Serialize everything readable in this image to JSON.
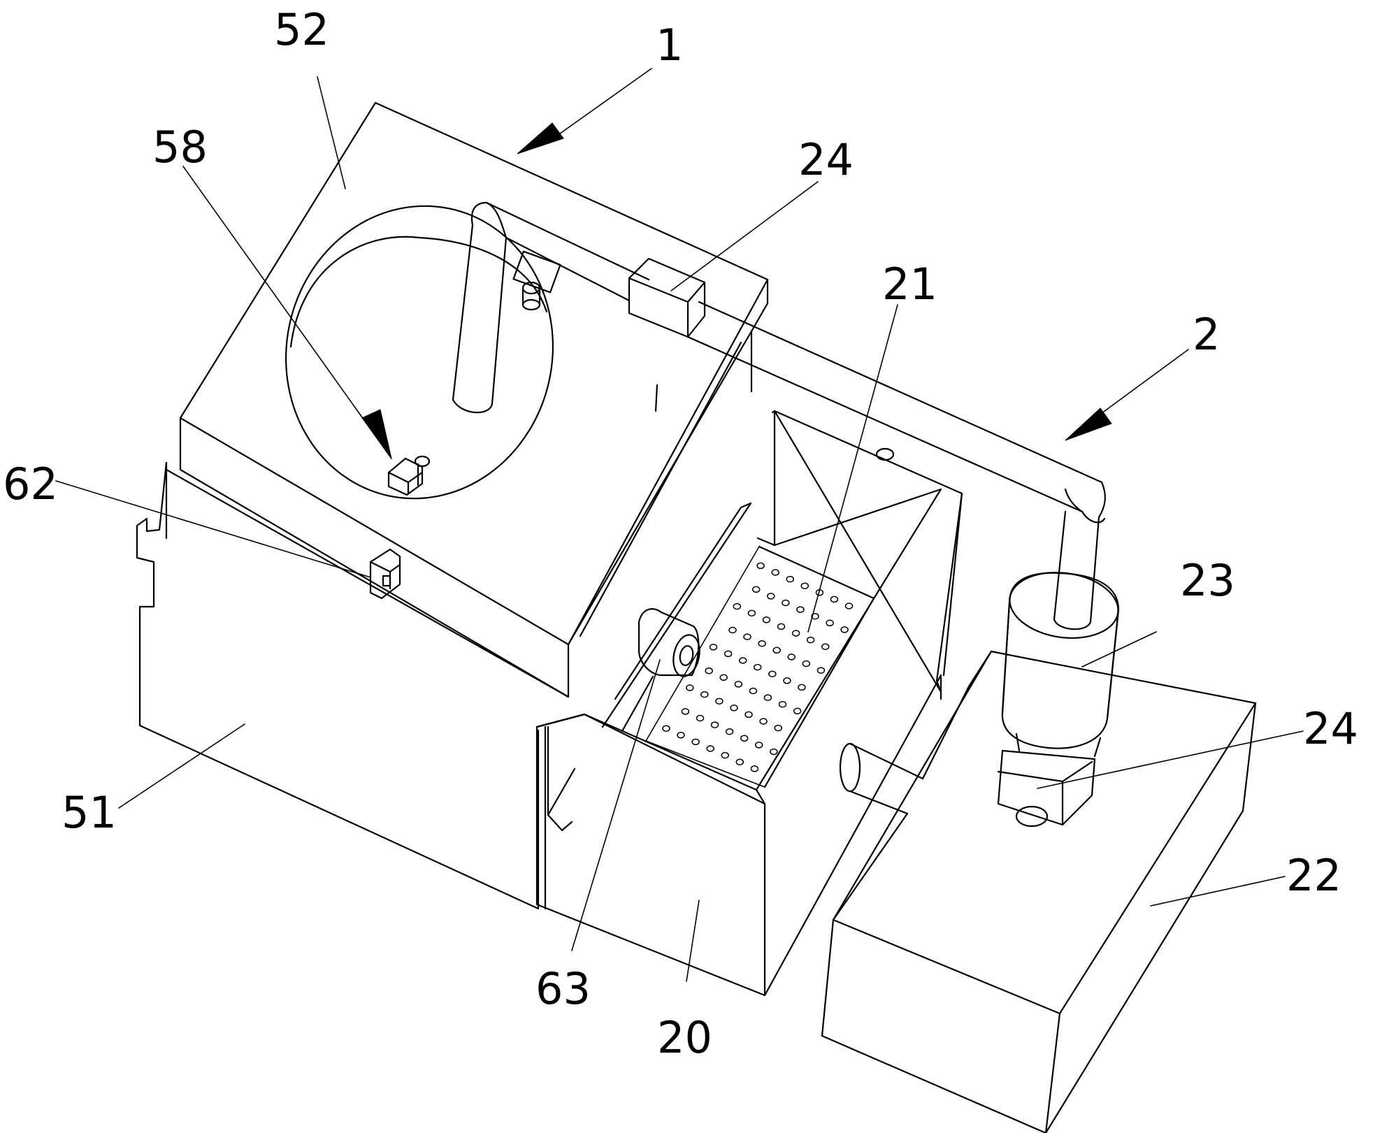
{
  "labels": {
    "l1": "1",
    "l2": "2",
    "l20": "20",
    "l21": "21",
    "l22": "22",
    "l23": "23",
    "l24_top": "24",
    "l24_right": "24",
    "l51": "51",
    "l52": "52",
    "l58": "58",
    "l62": "62",
    "l63": "63"
  }
}
